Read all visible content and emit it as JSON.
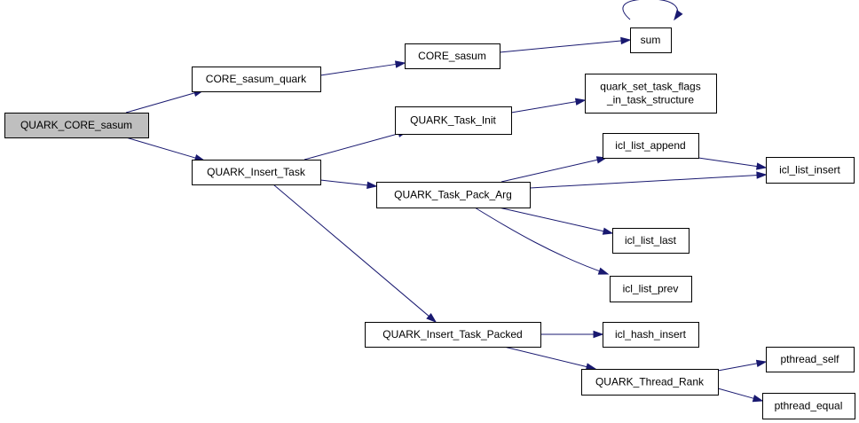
{
  "graph": {
    "nodes": [
      {
        "id": "QUARK_CORE_sasum",
        "lines": [
          "QUARK_CORE_sasum"
        ],
        "highlighted": true
      },
      {
        "id": "CORE_sasum_quark",
        "lines": [
          "CORE_sasum_quark"
        ]
      },
      {
        "id": "QUARK_Insert_Task",
        "lines": [
          "QUARK_Insert_Task"
        ]
      },
      {
        "id": "CORE_sasum",
        "lines": [
          "CORE_sasum"
        ]
      },
      {
        "id": "sum",
        "lines": [
          "sum"
        ]
      },
      {
        "id": "QUARK_Task_Init",
        "lines": [
          "QUARK_Task_Init"
        ]
      },
      {
        "id": "quark_set_task_flags_in_task_structure",
        "lines": [
          "quark_set_task_flags",
          "_in_task_structure"
        ]
      },
      {
        "id": "QUARK_Task_Pack_Arg",
        "lines": [
          "QUARK_Task_Pack_Arg"
        ]
      },
      {
        "id": "icl_list_append",
        "lines": [
          "icl_list_append"
        ]
      },
      {
        "id": "icl_list_insert",
        "lines": [
          "icl_list_insert"
        ]
      },
      {
        "id": "icl_list_last",
        "lines": [
          "icl_list_last"
        ]
      },
      {
        "id": "icl_list_prev",
        "lines": [
          "icl_list_prev"
        ]
      },
      {
        "id": "QUARK_Insert_Task_Packed",
        "lines": [
          "QUARK_Insert_Task_Packed"
        ]
      },
      {
        "id": "icl_hash_insert",
        "lines": [
          "icl_hash_insert"
        ]
      },
      {
        "id": "QUARK_Thread_Rank",
        "lines": [
          "QUARK_Thread_Rank"
        ]
      },
      {
        "id": "pthread_self",
        "lines": [
          "pthread_self"
        ]
      },
      {
        "id": "pthread_equal",
        "lines": [
          "pthread_equal"
        ]
      }
    ],
    "edges": [
      {
        "from": "QUARK_CORE_sasum",
        "to": "CORE_sasum_quark"
      },
      {
        "from": "QUARK_CORE_sasum",
        "to": "QUARK_Insert_Task"
      },
      {
        "from": "CORE_sasum_quark",
        "to": "CORE_sasum"
      },
      {
        "from": "CORE_sasum",
        "to": "sum"
      },
      {
        "from": "sum",
        "to": "sum"
      },
      {
        "from": "QUARK_Insert_Task",
        "to": "QUARK_Task_Init"
      },
      {
        "from": "QUARK_Insert_Task",
        "to": "QUARK_Task_Pack_Arg"
      },
      {
        "from": "QUARK_Insert_Task",
        "to": "QUARK_Insert_Task_Packed"
      },
      {
        "from": "QUARK_Task_Init",
        "to": "quark_set_task_flags_in_task_structure"
      },
      {
        "from": "QUARK_Task_Pack_Arg",
        "to": "icl_list_append"
      },
      {
        "from": "QUARK_Task_Pack_Arg",
        "to": "icl_list_insert"
      },
      {
        "from": "QUARK_Task_Pack_Arg",
        "to": "icl_list_last"
      },
      {
        "from": "QUARK_Task_Pack_Arg",
        "to": "icl_list_prev"
      },
      {
        "from": "icl_list_append",
        "to": "icl_list_insert"
      },
      {
        "from": "QUARK_Insert_Task_Packed",
        "to": "icl_hash_insert"
      },
      {
        "from": "QUARK_Insert_Task_Packed",
        "to": "QUARK_Thread_Rank"
      },
      {
        "from": "QUARK_Thread_Rank",
        "to": "pthread_self"
      },
      {
        "from": "QUARK_Thread_Rank",
        "to": "pthread_equal"
      }
    ],
    "colors": {
      "edge": "#191970",
      "node_fill": "#ffffff",
      "highlight_fill": "#bfbfbf",
      "border": "#000000"
    }
  }
}
